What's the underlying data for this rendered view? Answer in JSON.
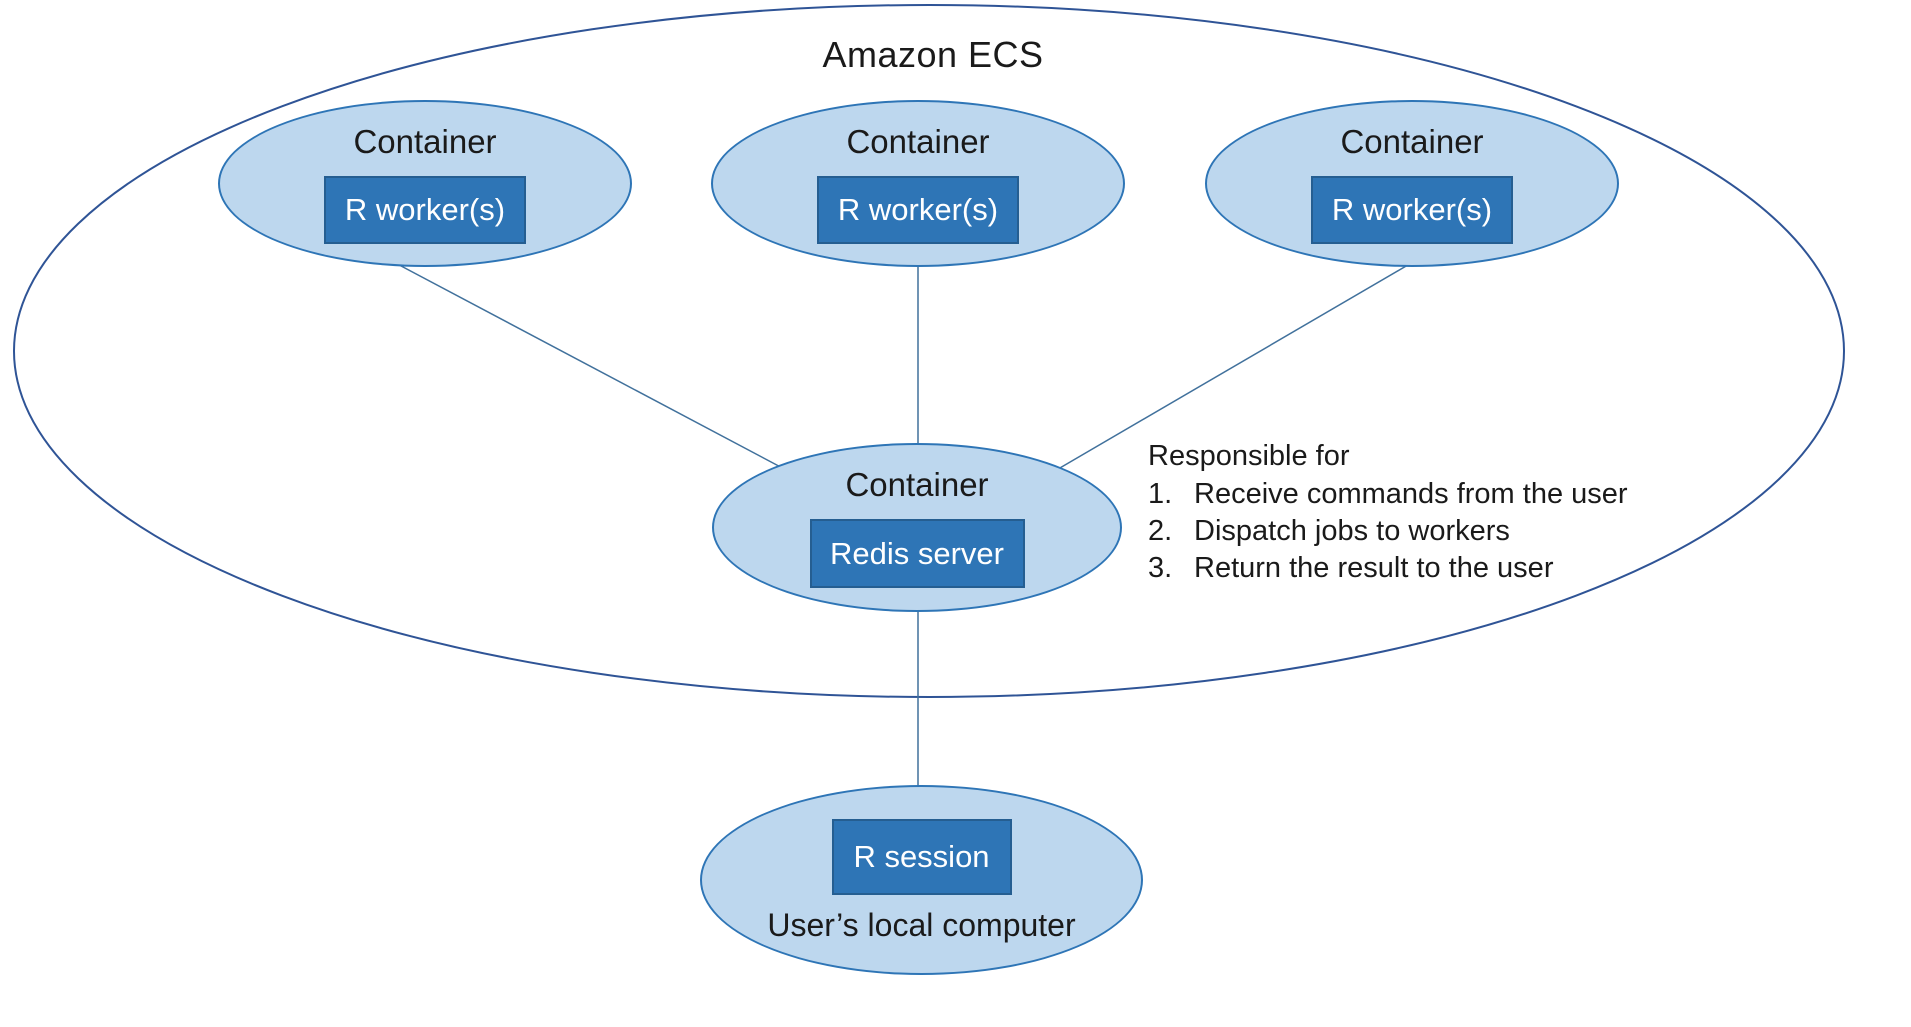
{
  "title": "Amazon ECS",
  "workers": [
    {
      "label": "Container",
      "box_label": "R worker(s)"
    },
    {
      "label": "Container",
      "box_label": "R worker(s)"
    },
    {
      "label": "Container",
      "box_label": "R worker(s)"
    }
  ],
  "scheduler": {
    "label": "Container",
    "box_label": "Redis server"
  },
  "responsibilities": {
    "heading": "Responsible for",
    "items": [
      {
        "num": "1.",
        "text": "Receive commands from the user"
      },
      {
        "num": "2.",
        "text": "Dispatch jobs to workers"
      },
      {
        "num": "3.",
        "text": "Return the result to the user"
      }
    ]
  },
  "local_computer": {
    "box_label": "R session",
    "label": "User’s local computer"
  },
  "colors": {
    "ellipse_fill": "#BDD7EE",
    "ellipse_border": "#2E75B6",
    "box_fill": "#2E75B6",
    "box_border": "#255E91",
    "outer_ellipse_border": "#2F5496",
    "connector_line": "#41719C",
    "box_text": "#FFFFFF",
    "label_text": "#1A1A1A",
    "background": "#FFFFFF"
  }
}
